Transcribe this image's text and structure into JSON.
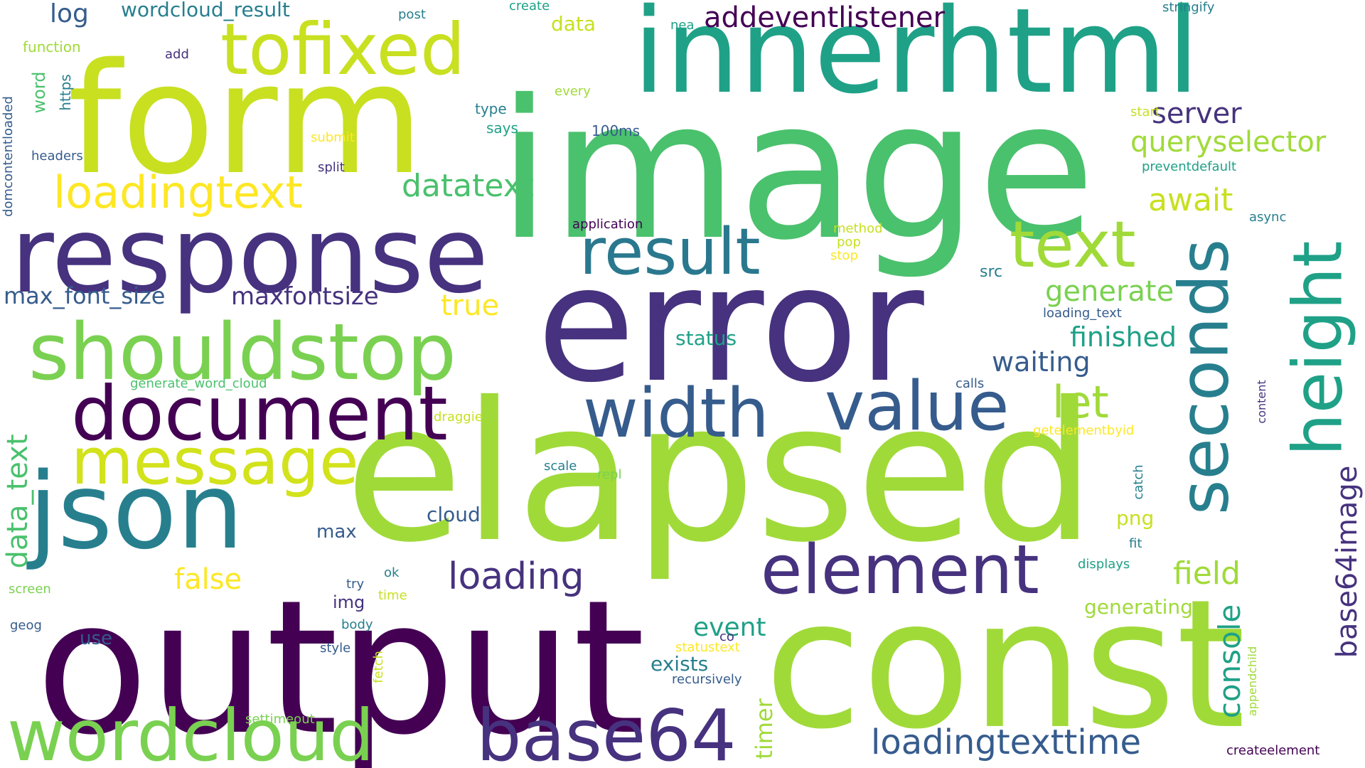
{
  "cloud": {
    "background": "#ffffff",
    "palette": [
      "#440154",
      "#46327e",
      "#365c8d",
      "#277f8e",
      "#1fa187",
      "#4ac16d",
      "#a0da39",
      "#fde725"
    ],
    "words": [
      {
        "text": "image",
        "color": "#4ac16d"
      },
      {
        "text": "elapsed",
        "color": "#a0da39"
      },
      {
        "text": "output",
        "color": "#440154"
      },
      {
        "text": "const",
        "color": "#a0da39"
      },
      {
        "text": "error",
        "color": "#46327e"
      },
      {
        "text": "form",
        "color": "#c8e020"
      },
      {
        "text": "innerhtml",
        "color": "#1fa187"
      },
      {
        "text": "response",
        "color": "#46327e"
      },
      {
        "text": "json",
        "color": "#277f8e"
      },
      {
        "text": "shouldstop",
        "color": "#7ad151"
      },
      {
        "text": "document",
        "color": "#440154"
      },
      {
        "text": "wordcloud",
        "color": "#7ad151"
      },
      {
        "text": "base64",
        "color": "#46327e"
      },
      {
        "text": "tofixed",
        "color": "#c8e020"
      },
      {
        "text": "width",
        "color": "#365c8d"
      },
      {
        "text": "value",
        "color": "#365c8d"
      },
      {
        "text": "element",
        "color": "#46327e"
      },
      {
        "text": "message",
        "color": "#d2e21b"
      },
      {
        "text": "seconds",
        "color": "#277f8e"
      },
      {
        "text": "height",
        "color": "#1fa187"
      },
      {
        "text": "result",
        "color": "#2a788e"
      },
      {
        "text": "text",
        "color": "#a0da39"
      },
      {
        "text": "loadingtext",
        "color": "#fde725"
      },
      {
        "text": "let",
        "color": "#a0da39"
      },
      {
        "text": "loading",
        "color": "#46327e"
      },
      {
        "text": "loadingtexttime",
        "color": "#365c8d"
      },
      {
        "text": "datatext",
        "color": "#4ac16d"
      },
      {
        "text": "addeventlistener",
        "color": "#440154"
      },
      {
        "text": "queryselector",
        "color": "#a0da39"
      },
      {
        "text": "server",
        "color": "#46327e"
      },
      {
        "text": "await",
        "color": "#c8e020"
      },
      {
        "text": "generate",
        "color": "#7ad151"
      },
      {
        "text": "finished",
        "color": "#1fa187"
      },
      {
        "text": "waiting",
        "color": "#365c8d"
      },
      {
        "text": "field",
        "color": "#a0da39"
      },
      {
        "text": "console",
        "color": "#1fa187"
      },
      {
        "text": "base64image",
        "color": "#46327e"
      },
      {
        "text": "data_text",
        "color": "#4ac16d"
      },
      {
        "text": "true",
        "color": "#fde725"
      },
      {
        "text": "max_font_size",
        "color": "#365c8d"
      },
      {
        "text": "maxfontsize",
        "color": "#46327e"
      },
      {
        "text": "false",
        "color": "#fde725"
      },
      {
        "text": "event",
        "color": "#1fa187"
      },
      {
        "text": "timer",
        "color": "#a0da39"
      },
      {
        "text": "log",
        "color": "#365c8d"
      },
      {
        "text": "wordcloud_result",
        "color": "#277f8e"
      },
      {
        "text": "data",
        "color": "#c8e020"
      },
      {
        "text": "cloud",
        "color": "#365c8d"
      },
      {
        "text": "generating",
        "color": "#a0da39"
      },
      {
        "text": "status",
        "color": "#1fa187"
      },
      {
        "text": "exists",
        "color": "#277f8e"
      },
      {
        "text": "png",
        "color": "#c8e020"
      },
      {
        "text": "max",
        "color": "#365c8d"
      },
      {
        "text": "img",
        "color": "#46327e"
      },
      {
        "text": "use",
        "color": "#365c8d"
      },
      {
        "text": "src",
        "color": "#277f8e"
      },
      {
        "text": "word",
        "color": "#4ac16d"
      },
      {
        "text": "function",
        "color": "#a0da39"
      },
      {
        "text": "add",
        "color": "#46327e"
      },
      {
        "text": "https",
        "color": "#277f8e"
      },
      {
        "text": "post",
        "color": "#277f8e"
      },
      {
        "text": "create",
        "color": "#1fa187"
      },
      {
        "text": "nea",
        "color": "#1fa187"
      },
      {
        "text": "stringify",
        "color": "#277f8e"
      },
      {
        "text": "every",
        "color": "#a0da39"
      },
      {
        "text": "type",
        "color": "#277f8e"
      },
      {
        "text": "says",
        "color": "#1fa187"
      },
      {
        "text": "100ms",
        "color": "#365c8d"
      },
      {
        "text": "start",
        "color": "#c8e020"
      },
      {
        "text": "preventdefault",
        "color": "#1fa187"
      },
      {
        "text": "submit",
        "color": "#fde725"
      },
      {
        "text": "headers",
        "color": "#365c8d"
      },
      {
        "text": "split",
        "color": "#46327e"
      },
      {
        "text": "domcontentloaded",
        "color": "#365c8d"
      },
      {
        "text": "application",
        "color": "#440154"
      },
      {
        "text": "method",
        "color": "#c8e020"
      },
      {
        "text": "pop",
        "color": "#c8e020"
      },
      {
        "text": "stop",
        "color": "#fde725"
      },
      {
        "text": "async",
        "color": "#277f8e"
      },
      {
        "text": "loading_text",
        "color": "#365c8d"
      },
      {
        "text": "generate_word_cloud",
        "color": "#4ac16d"
      },
      {
        "text": "calls",
        "color": "#365c8d"
      },
      {
        "text": "draggie",
        "color": "#c8e020"
      },
      {
        "text": "getelementbyid",
        "color": "#fde725"
      },
      {
        "text": "content",
        "color": "#46327e"
      },
      {
        "text": "scale",
        "color": "#277f8e"
      },
      {
        "text": "repl",
        "color": "#7ad151"
      },
      {
        "text": "catch",
        "color": "#277f8e"
      },
      {
        "text": "fit",
        "color": "#277f8e"
      },
      {
        "text": "try",
        "color": "#365c8d"
      },
      {
        "text": "ok",
        "color": "#277f8e"
      },
      {
        "text": "time",
        "color": "#c8e020"
      },
      {
        "text": "screen",
        "color": "#7ad151"
      },
      {
        "text": "displays",
        "color": "#1fa187"
      },
      {
        "text": "geog",
        "color": "#365c8d"
      },
      {
        "text": "body",
        "color": "#277f8e"
      },
      {
        "text": "co",
        "color": "#46327e"
      },
      {
        "text": "statustext",
        "color": "#fde725"
      },
      {
        "text": "style",
        "color": "#365c8d"
      },
      {
        "text": "fetch",
        "color": "#c8e020"
      },
      {
        "text": "recursively",
        "color": "#365c8d"
      },
      {
        "text": "appendchild",
        "color": "#a0da39"
      },
      {
        "text": "settimeout",
        "color": "#7ad151"
      },
      {
        "text": "createelement",
        "color": "#440154"
      }
    ]
  }
}
